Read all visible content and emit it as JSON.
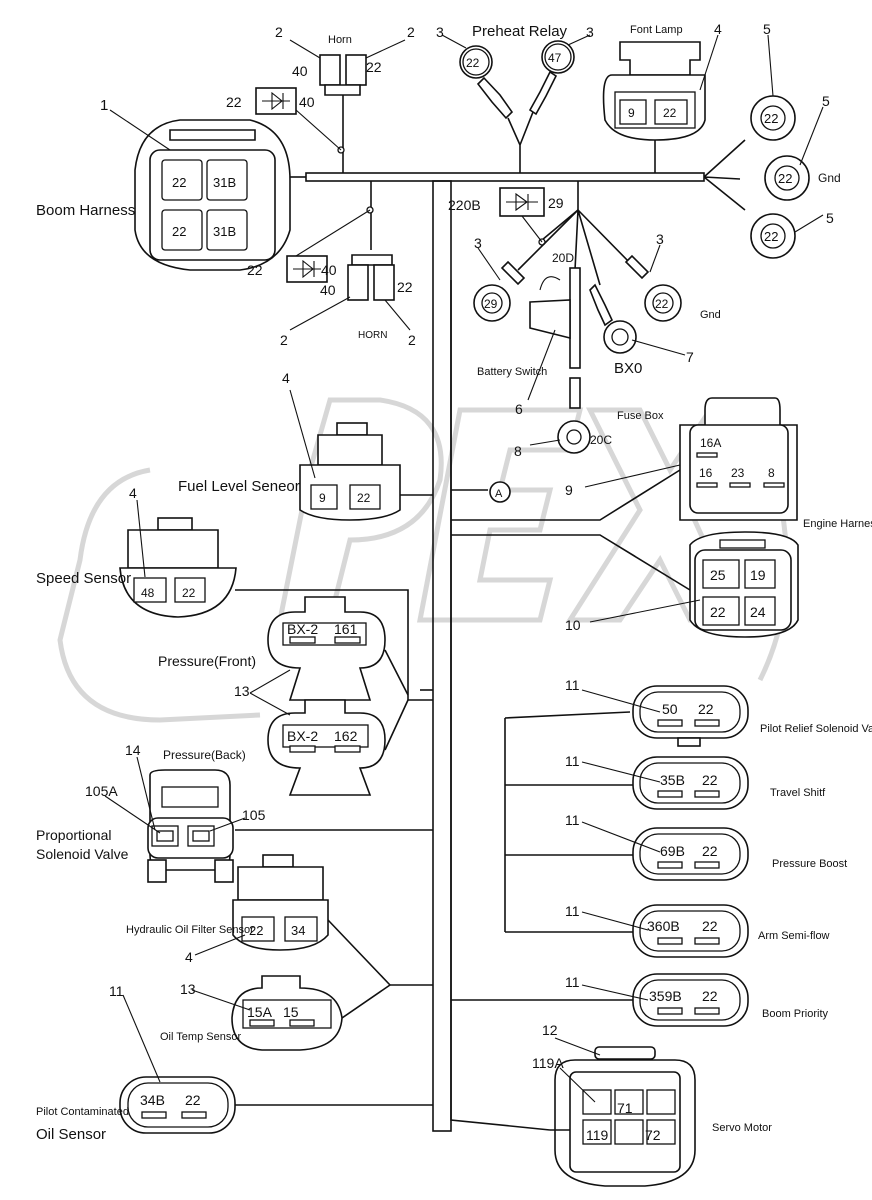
{
  "header_mark": "",
  "labels": {
    "boom_harness": "Boom Harness",
    "horn_top": "Horn",
    "horn_bottom": "HORN",
    "preheat_relay": "Preheat Relay",
    "front_lamp": "Font Lamp",
    "gnd_right": "Gnd",
    "gnd_mid": "Gnd",
    "battery_switch": "Battery Switch",
    "fuse_box": "Fuse Box",
    "fuel_level_sensor": "Fuel Level Seneor",
    "speed_sensor": "Speed Sensor",
    "pressure_front": "Pressure(Front)",
    "pressure_back": "Pressure(Back)",
    "proportional_valve_1": "Proportional",
    "proportional_valve_2": "Solenoid Valve",
    "engine_harness": "Engine Harness",
    "pilot_relief": "Pilot Relief Solenoid Valve",
    "travel_shift": "Travel Shitf",
    "pressure_boost": "Pressure Boost",
    "arm_semi_flow": "Arm Semi-flow",
    "boom_priority": "Boom Priority",
    "hyd_filter": "Hydraulic Oil Filter Sensor",
    "oil_temp": "Oil Temp Sensor",
    "pilot_contaminated_1": "Pilot Contaminated",
    "pilot_contaminated_2": "Oil Sensor",
    "servo_motor": "Servo Motor"
  },
  "callouts": {
    "boom_harness": "1",
    "horn_left": "2",
    "horn_right": "2",
    "horn2_left": "2",
    "horn2_right": "2",
    "relay_left": "3",
    "relay_right": "3",
    "lamp": "4",
    "gnd_top": "5",
    "gnd_mid": "5",
    "gnd_bottom": "5",
    "bx29": "3",
    "bx22": "3",
    "batt_switch": "6",
    "bx0": "7",
    "fuse": "8",
    "engine_a": "9",
    "engine_b": "10",
    "fuel": "4",
    "speed": "4",
    "pressure": "13",
    "prop": "14",
    "pilot_relief": "11",
    "travel": "11",
    "boost": "11",
    "arm": "11",
    "boom_prio": "11",
    "hyd": "4",
    "oiltemp": "13",
    "pilot_cont": "11",
    "servo": "12"
  },
  "wires": {
    "horn_40": "40",
    "horn_22": "22",
    "diode_top_22": "22",
    "diode_top_40": "40",
    "diode_bot_22": "22",
    "diode_bot_40": "40",
    "horn2_40": "40",
    "horn2_22": "22",
    "relay_22": "22",
    "relay_47": "47",
    "lamp_9": "9",
    "lamp_22": "22",
    "gnd_22_a": "22",
    "gnd_22_b": "22",
    "gnd_22_c": "22",
    "diode_mid_220b": "220B",
    "diode_mid_29": "29",
    "ring_29": "29",
    "ring_22": "22",
    "w20d": "20D",
    "bx0": "BX0",
    "w20c": "20C",
    "boom_22a": "22",
    "boom_31ba": "31B",
    "boom_22b": "22",
    "boom_31bb": "31B",
    "fuel_9": "9",
    "fuel_22": "22",
    "speed_48": "48",
    "speed_22": "22",
    "pf_bx2": "BX-2",
    "pf_161": "161",
    "pb_bx2": "BX-2",
    "pb_162": "162",
    "prop_105a": "105A",
    "prop_105": "105",
    "eng_16a": "16A",
    "eng_16": "16",
    "eng_23": "23",
    "eng_8": "8",
    "eng_a": "A",
    "e2_25": "25",
    "e2_19": "19",
    "e2_22": "22",
    "e2_24": "24",
    "pr_50": "50",
    "pr_22": "22",
    "ts_35b": "35B",
    "ts_22": "22",
    "pbst_69b": "69B",
    "pbst_22": "22",
    "arm_360b": "360B",
    "arm_22": "22",
    "bp_359b": "359B",
    "bp_22": "22",
    "hyd_22": "22",
    "hyd_34": "34",
    "ot_15a": "15A",
    "ot_15": "15",
    "pc_34b": "34B",
    "pc_22": "22",
    "sv_119a": "119A",
    "sv_71": "71",
    "sv_119": "119",
    "sv_72": "72"
  }
}
